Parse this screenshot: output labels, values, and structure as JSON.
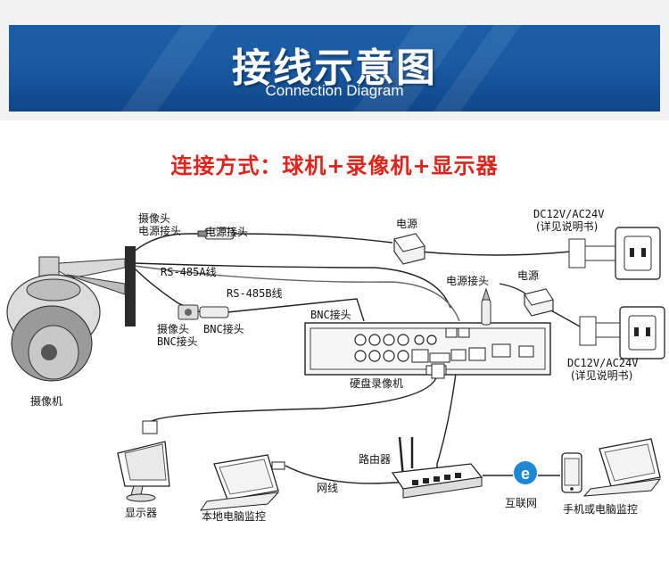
{
  "header": {
    "title_zh": "接线示意图",
    "title_en": "Connection Diagram"
  },
  "subtitle": "连接方式：球机+录像机+显示器",
  "labels": {
    "camera_video_connector": "摄像头",
    "camera_power_connector": "电源接头",
    "power_connector": "电源接头",
    "power_adapter_top": "电源",
    "outlet_top": "DC12V/AC24V",
    "outlet_top_note": "(详见说明书)",
    "rs485a": "RS-485A线",
    "rs485b": "RS-485B线",
    "dvr_power_connector": "电源接头",
    "power_adapter_dvr": "电源",
    "bnc_connector": "BNC接头",
    "camera_bnc_1": "摄像头",
    "camera_bnc_2": "BNC接头",
    "bnc_connector_2": "BNC接头",
    "outlet_right": "DC12V/AC24V",
    "outlet_right_note": "(详见说明书)",
    "dvr": "硬盘录像机",
    "camera": "摄像机",
    "router": "路由器",
    "network_cable": "网线",
    "monitor": "显示器",
    "local_pc": "本地电脑监控",
    "internet": "互联网",
    "mobile_pc": "手机或电脑监控"
  },
  "colors": {
    "banner_blue": "#1a5aa3",
    "subtitle_red": "#e2231a",
    "ie_blue": "#1e88d6"
  },
  "icons": [
    "speed-dome-camera-icon",
    "dvr-icon",
    "power-adapter-icon",
    "power-outlet-icon",
    "monitor-icon",
    "laptop-icon",
    "router-icon",
    "internet-explorer-icon",
    "phone-icon"
  ]
}
